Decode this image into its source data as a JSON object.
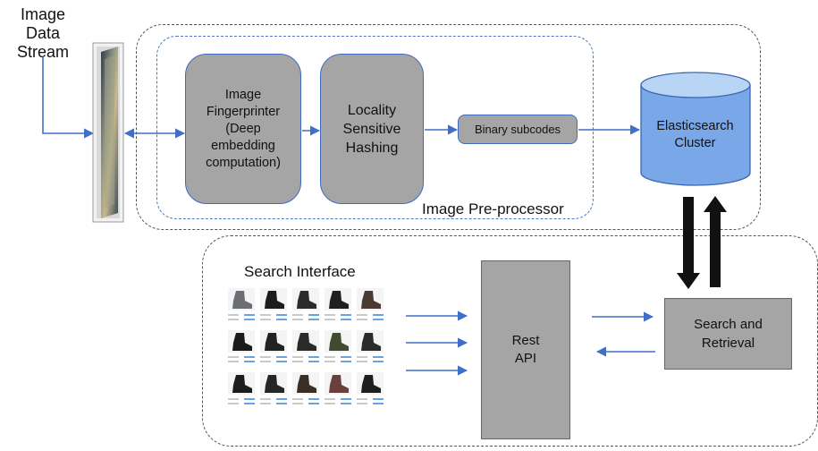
{
  "stream": {
    "title_line1": "Image",
    "title_line2": "Data Stream"
  },
  "preprocessor": {
    "label": "Image Pre-processor",
    "fingerprinter_lines": [
      "Image",
      "Fingerprinter",
      "(Deep",
      "embedding",
      "computation)"
    ],
    "lsh_lines": [
      "Locality",
      "Sensitive",
      "Hashing"
    ],
    "subcodes": "Binary subcodes"
  },
  "elasticsearch": {
    "line1": "Elasticsearch",
    "line2": "Cluster"
  },
  "search": {
    "label": "Search Interface",
    "rest_api_line1": "Rest",
    "rest_api_line2": "API",
    "retrieval_line1": "Search and",
    "retrieval_line2": "Retrieval"
  },
  "colors": {
    "box_fill": "#a5a5a5",
    "arrow_blue": "#3f6fc6",
    "cylinder_fill": "#7aa7e8",
    "cylinder_top": "#b9d5f6",
    "dark_arrow": "#111111"
  },
  "icons": {
    "image_stack": "image-stack-icon",
    "database": "database-cylinder-icon",
    "product_grid": "product-grid-thumbnail"
  }
}
